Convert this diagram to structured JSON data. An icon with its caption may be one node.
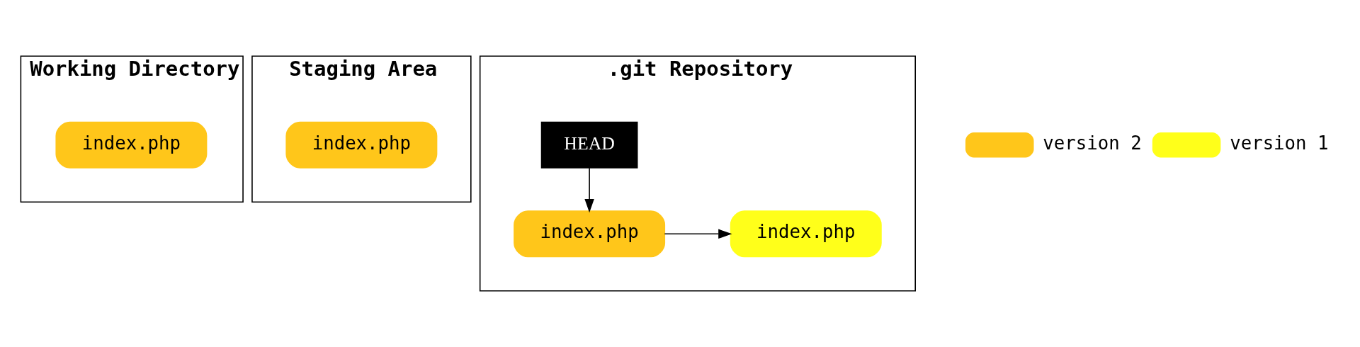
{
  "diagram": {
    "nodes": [
      {
        "text": [
          "Working Directory"
        ]
      },
      {
        "text": [
          "index.php"
        ],
        "in": 0
      },
      {
        "text": [
          "Staging Area"
        ]
      },
      {
        "text": [
          "index.php"
        ],
        "in": 2
      },
      {
        "text": [
          ".git Repository"
        ]
      },
      {
        "text": [
          "HEAD"
        ],
        "in": 4
      },
      {
        "text": [
          "index.php"
        ],
        "in": 4
      },
      {
        "text": [
          "index.php"
        ],
        "in": 4
      }
    ],
    "edges": [
      {
        "from": 5,
        "to": 6,
        "arrow": "to"
      },
      {
        "from": 6,
        "to": 7,
        "arrow": "to"
      }
    ],
    "legend": [
      {
        "text": "version 2",
        "color": "#ffc61a"
      },
      {
        "text": "version 1",
        "color": "#ffff1a"
      }
    ]
  }
}
